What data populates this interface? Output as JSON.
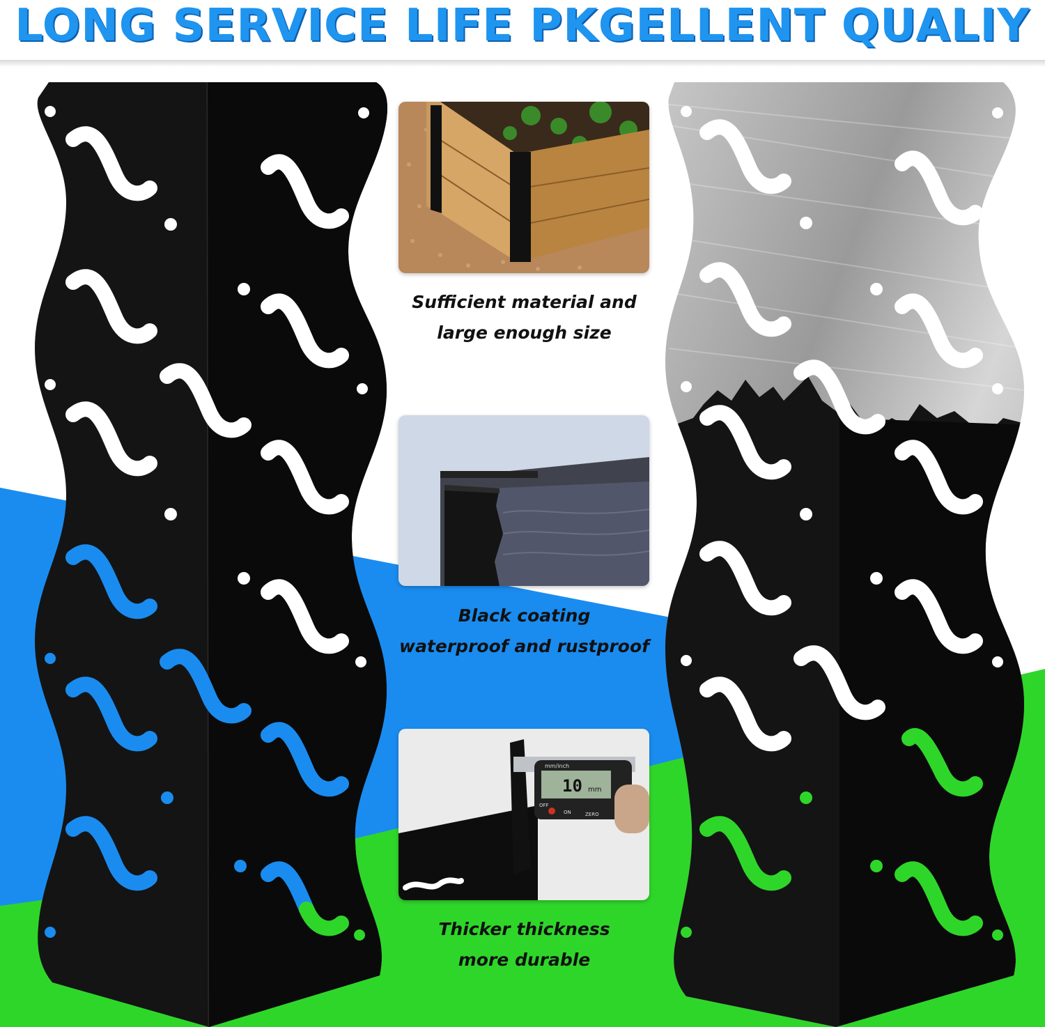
{
  "headline": "LONG SERVICE LIFE PKGELLENT QUALIY",
  "features": [
    {
      "line1": "Sufficient material and",
      "line2": "large enough size"
    },
    {
      "line1": "Black coating",
      "line2": "waterproof and rustproof"
    },
    {
      "line1": "Thicker thickness",
      "line2": "more durable"
    }
  ],
  "caliper": {
    "reading": "10",
    "unit": "mm",
    "brand": "mm/inch",
    "btn_off": "OFF",
    "btn_on": "ON",
    "btn_zero": "ZERO"
  },
  "colors": {
    "headline": "#1f95f0",
    "blue": "#1a8cf0",
    "green": "#2fd62a",
    "bracket": "#111111"
  }
}
